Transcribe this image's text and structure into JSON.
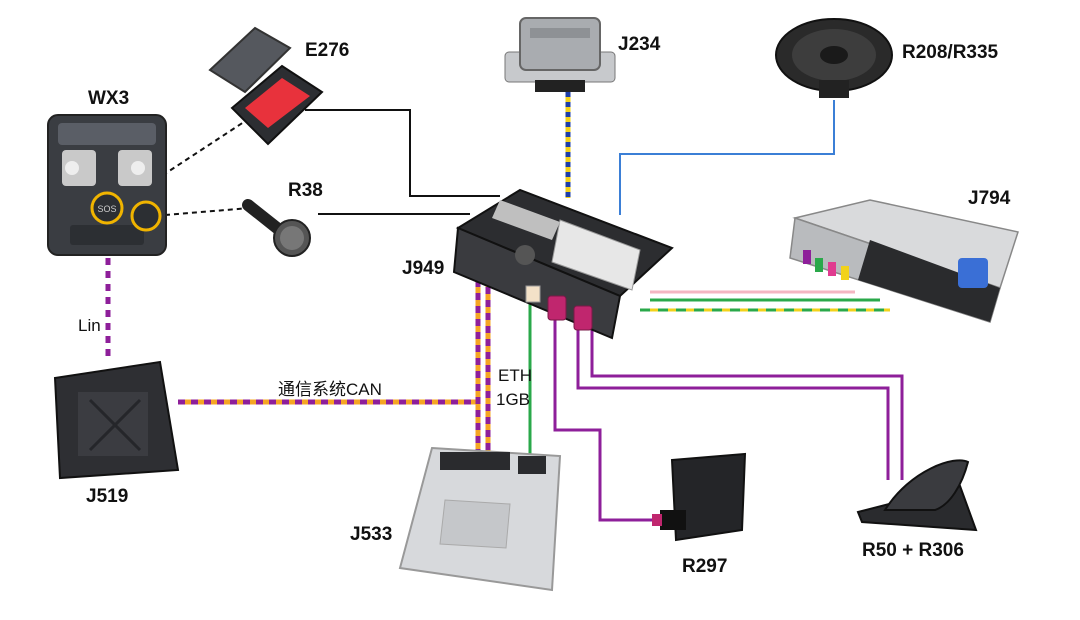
{
  "components": {
    "wx3": "WX3",
    "e276": "E276",
    "r38": "R38",
    "j234": "J234",
    "r208": "R208/R335",
    "j794": "J794",
    "j949": "J949",
    "j519": "J519",
    "j533": "J533",
    "r297": "R297",
    "r50": "R50 + R306"
  },
  "connections": {
    "lin": "Lin",
    "can": "通信系统CAN",
    "eth_line1": "ETH",
    "eth_line2": "1GB"
  },
  "colors": {
    "black_wire": "#111111",
    "blue_wire": "#3b7fd6",
    "yellow_wire": "#f2d21b",
    "dark_blue_wire": "#1f3fa8",
    "orange_wire": "#f5a623",
    "purple_wire": "#8e1f9a",
    "green_wire": "#2aa84a",
    "pink_wire": "#f4b6c2",
    "white_wire": "#dddddd",
    "highlight_ring": "#f0b400",
    "warning_red": "#e8323c"
  }
}
